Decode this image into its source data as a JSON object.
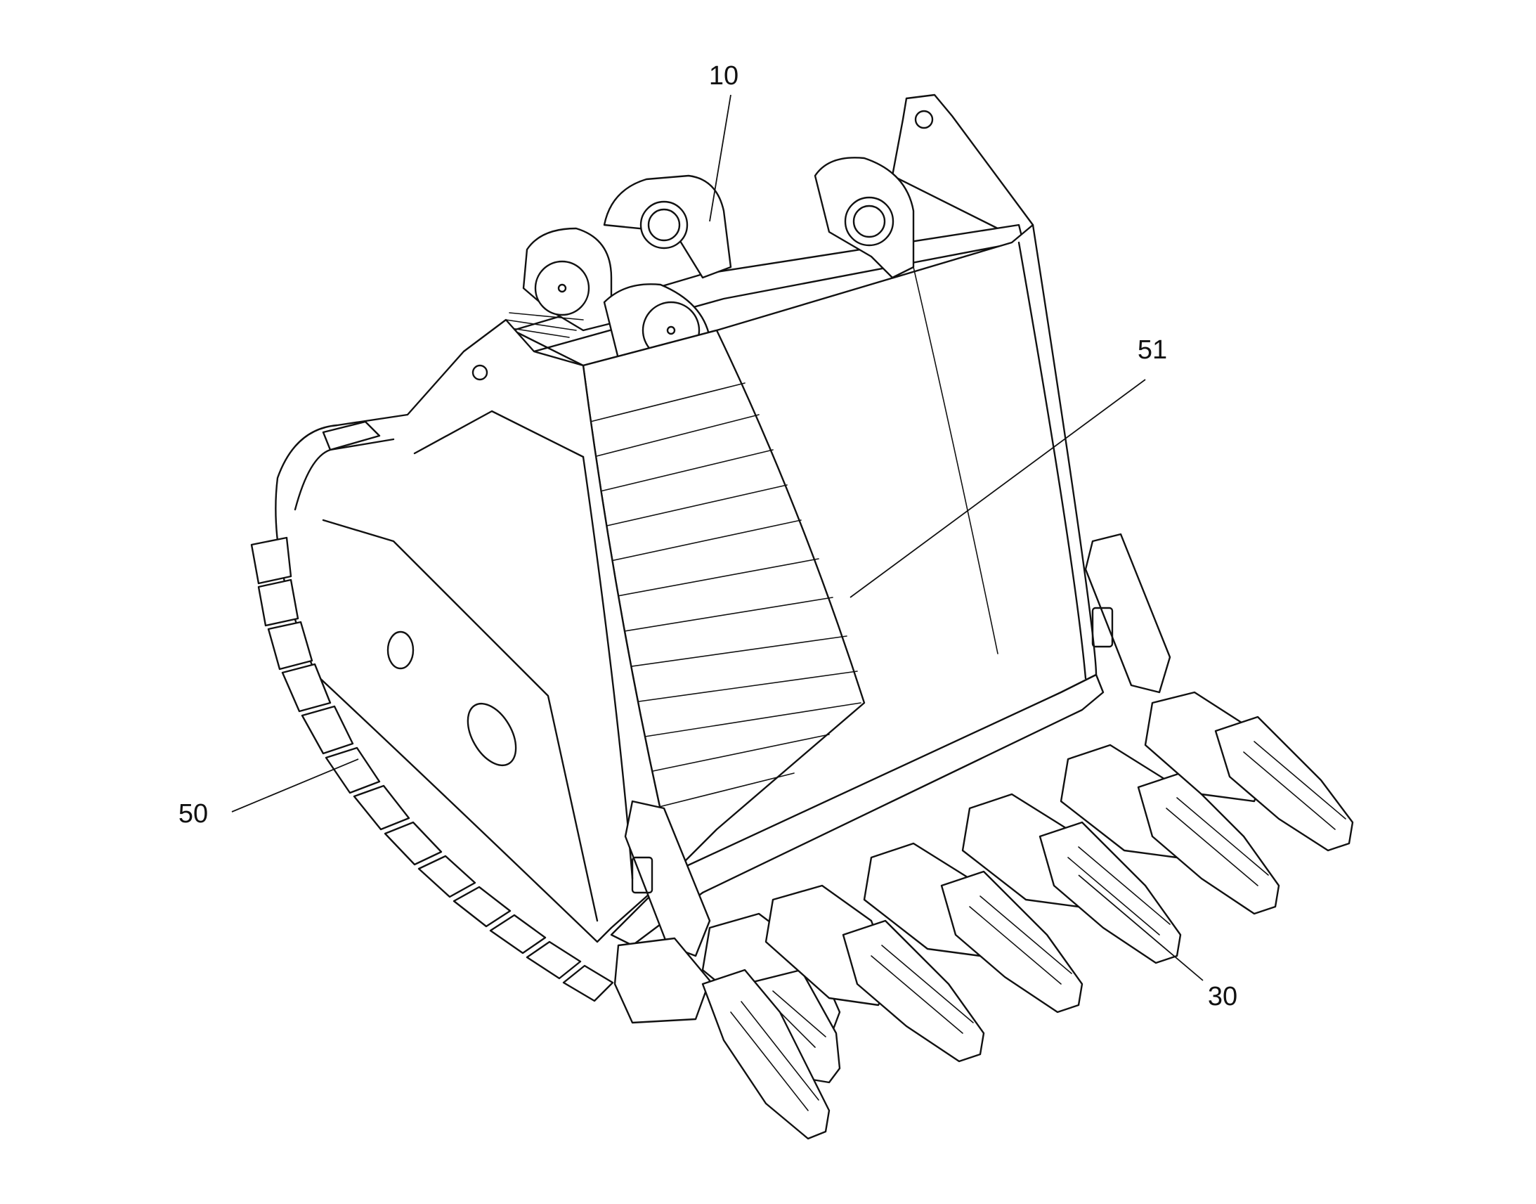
{
  "figure": {
    "reference_numerals": {
      "top_hinge": "10",
      "liner_plate": "51",
      "side_wall": "50",
      "tooth_assembly": "30"
    }
  },
  "colors": {
    "line": "#111111",
    "background": "#ffffff"
  }
}
